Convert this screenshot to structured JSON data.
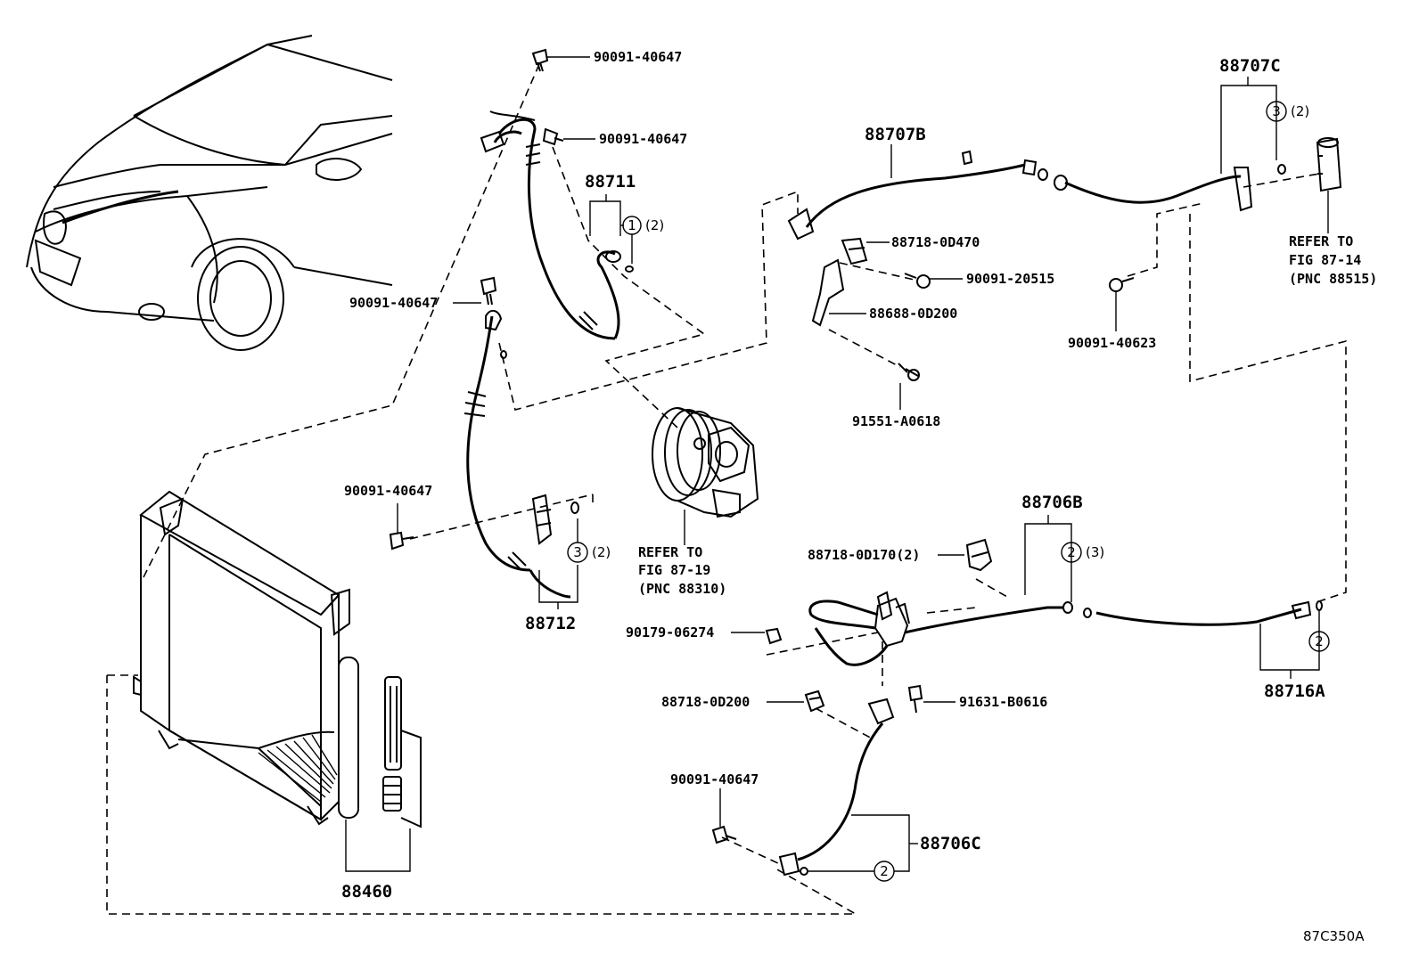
{
  "diagram": {
    "illustration_id": "87C350A",
    "part_labels": {
      "bolt_top": "90091-40647",
      "bolt_88711": "90091-40647",
      "hose_88711": "88711",
      "bolt_left_mid": "90091-40647",
      "bolt_left_low": "90091-40647",
      "hose_88712": "88712",
      "condenser": "88460",
      "tube_88707b": "88707B",
      "clamp_0d470": "88718-0D470",
      "bolt_20515": "90091-20515",
      "bracket_0d200": "88688-0D200",
      "bolt_a0618": "91551-A0618",
      "tube_88707c": "88707C",
      "bolt_40623": "90091-40623",
      "tube_88706b": "88706B",
      "clamp_0d170": "88718-0D170(2)",
      "nut_06274": "90179-06274",
      "clamp_0d200": "88718-0D200",
      "bolt_b0616": "91631-B0616",
      "bolt_bottom": "90091-40647",
      "tube_88706c": "88706C",
      "tube_88716a": "88716A"
    },
    "oring_refs": {
      "ring_88711": {
        "num": "1",
        "qty": "(2)"
      },
      "ring_88712": {
        "num": "3",
        "qty": "(2)"
      },
      "ring_88707c": {
        "num": "3",
        "qty": "(2)"
      },
      "ring_88706b": {
        "num": "2",
        "qty": "(3)"
      },
      "ring_88716a": {
        "num": "2",
        "qty": ""
      },
      "ring_88706c": {
        "num": "2",
        "qty": ""
      }
    },
    "notes": {
      "compressor": [
        "REFER TO",
        "FIG 87-19",
        "(PNC 88310)"
      ],
      "receiver": [
        "REFER TO",
        "FIG 87-14",
        "(PNC 88515)"
      ]
    }
  }
}
